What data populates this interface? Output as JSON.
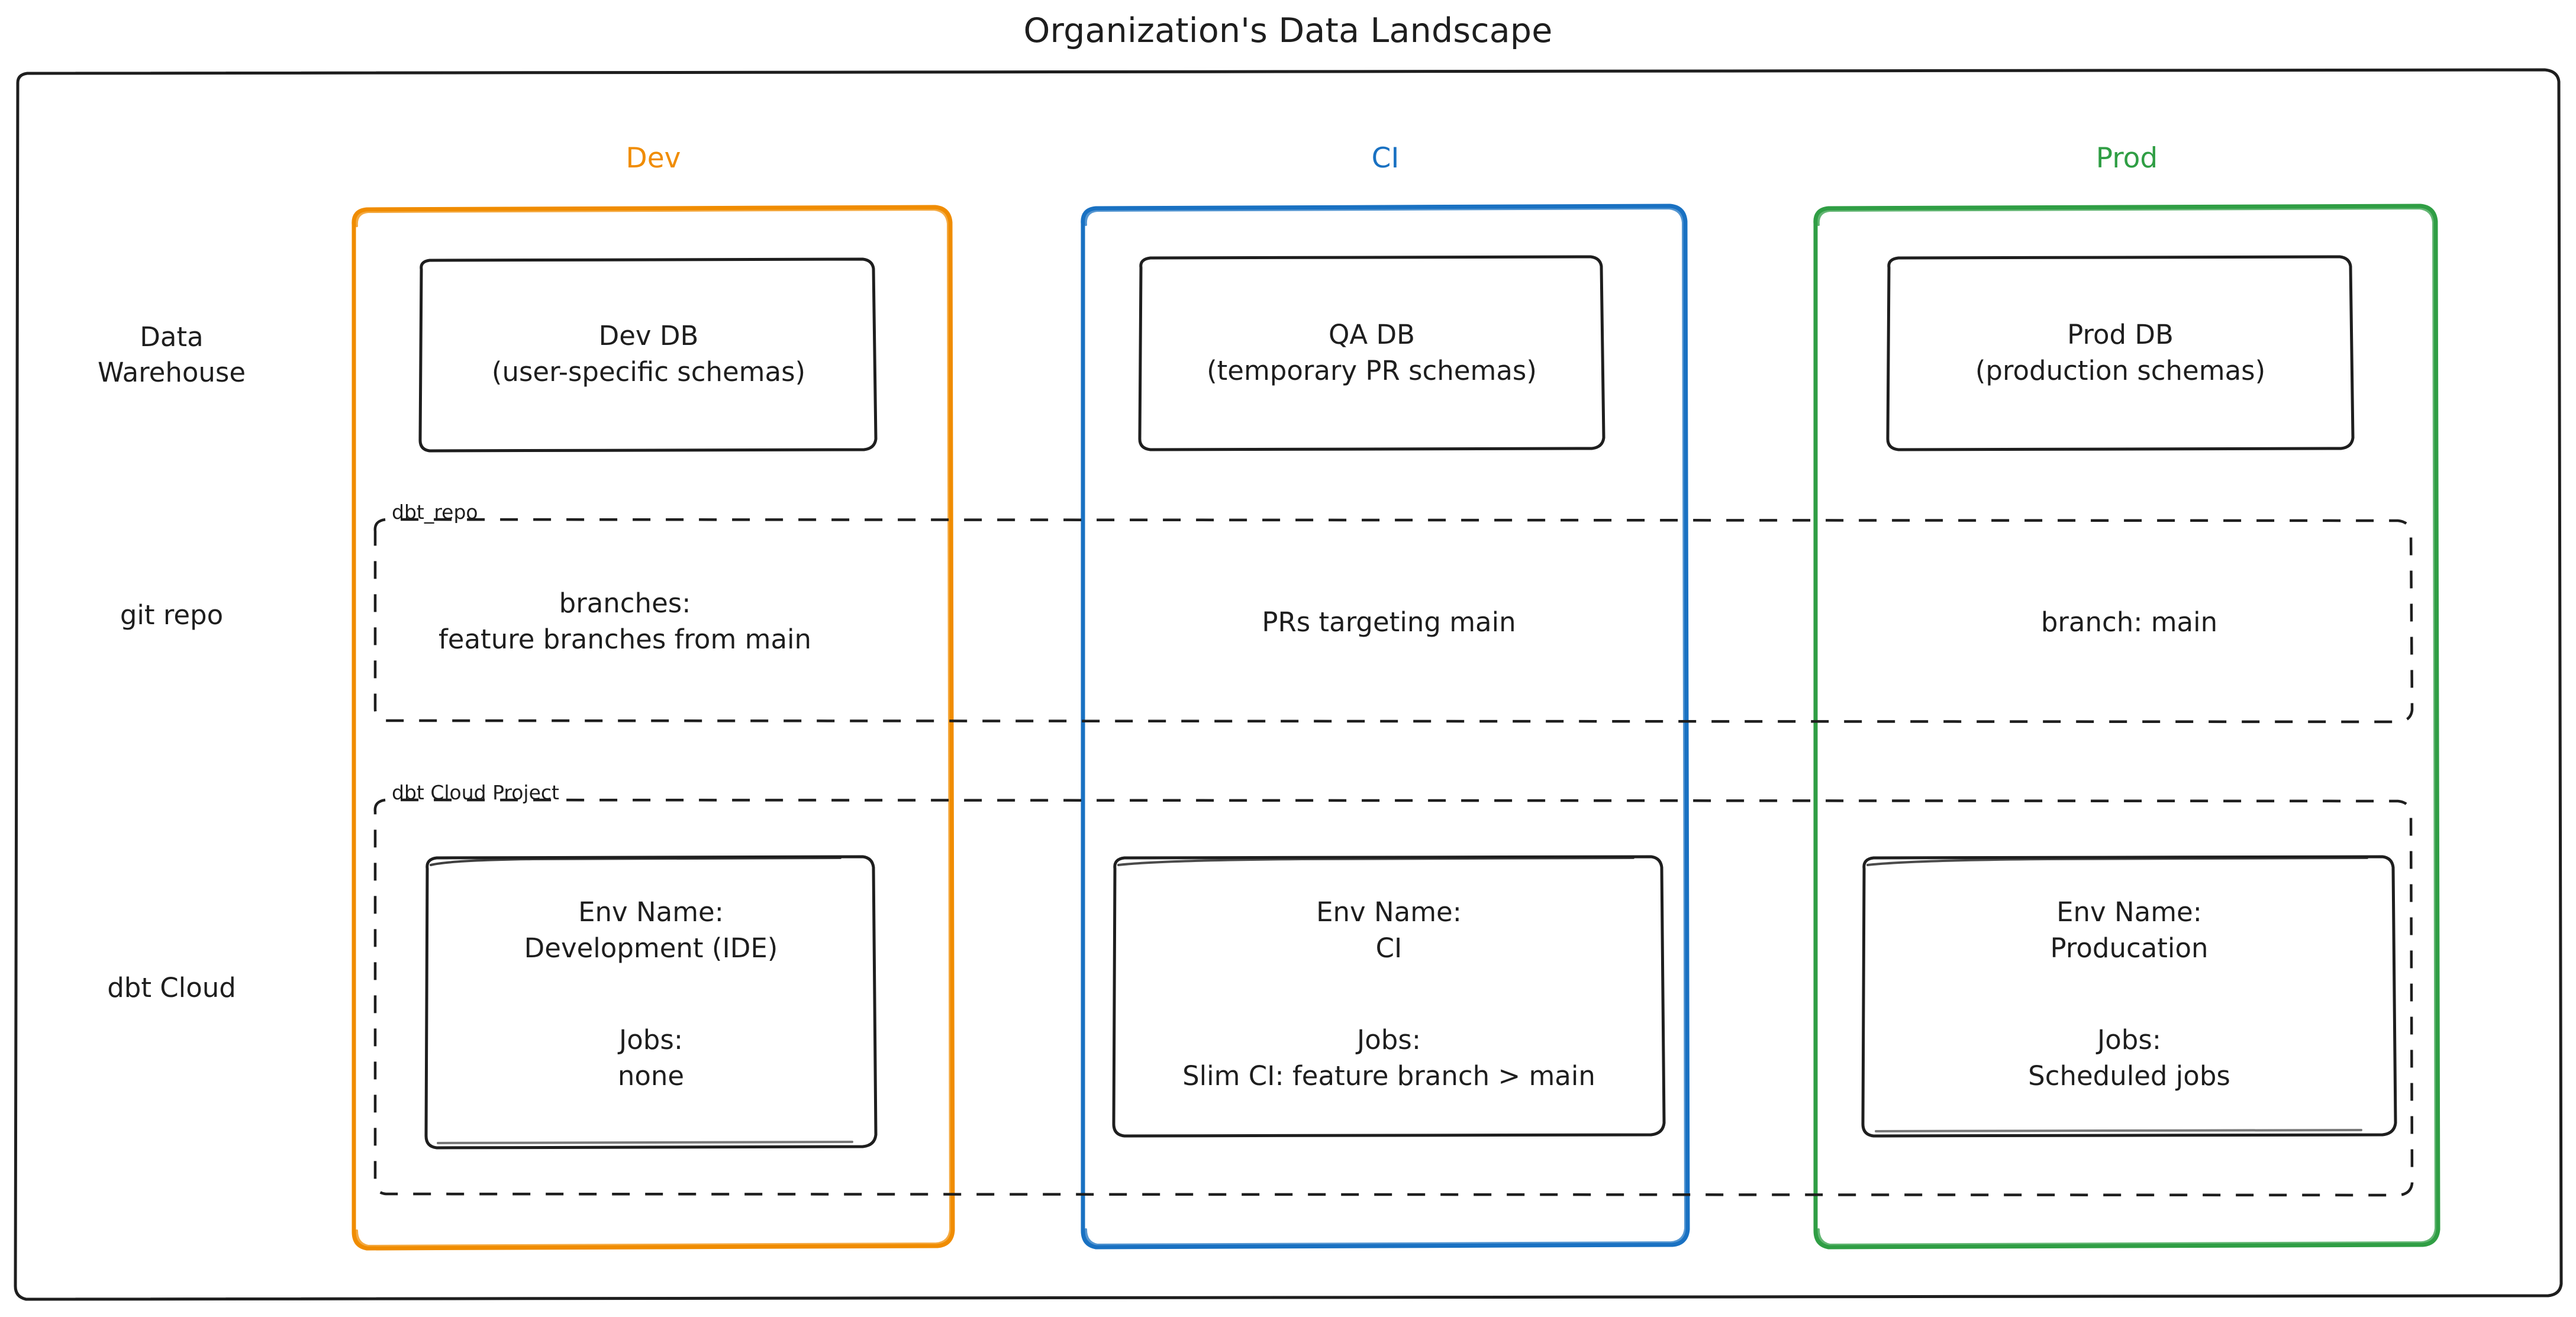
{
  "diagram": {
    "title": "Organization's Data Landscape",
    "type": "layered-environment-matrix",
    "background": "#ffffff",
    "outline_color": "#1e1e1e"
  },
  "colors": {
    "dev": "#f08c00",
    "ci": "#1971c2",
    "prod": "#2f9e44",
    "box_stroke": "#1e1e1e",
    "dashed_stroke": "#1e1e1e",
    "text": "#1e1e1e"
  },
  "columns": [
    {
      "key": "dev",
      "label": "Dev",
      "color": "#f08c00"
    },
    {
      "key": "ci",
      "label": "CI",
      "color": "#1971c2"
    },
    {
      "key": "prod",
      "label": "Prod",
      "color": "#2f9e44"
    }
  ],
  "rows": [
    {
      "key": "data_warehouse",
      "label": "Data\nWarehouse",
      "group_label": ""
    },
    {
      "key": "git_repo",
      "label": "git repo",
      "group_label": "dbt_repo"
    },
    {
      "key": "dbt_cloud",
      "label": "dbt Cloud",
      "group_label": "dbt Cloud Project"
    }
  ],
  "cells": {
    "data_warehouse": {
      "dev": "Dev DB\n(user-specific schemas)",
      "ci": "QA DB\n(temporary PR schemas)",
      "prod": "Prod DB\n(production schemas)"
    },
    "git_repo": {
      "dev": "branches:\nfeature branches from main",
      "ci": "PRs targeting main",
      "prod": "branch: main"
    },
    "dbt_cloud": {
      "dev": "Env Name:\nDevelopment (IDE)",
      "ci": "Env Name:\nCI",
      "prod": "Env Name:\nProducation"
    },
    "dbt_cloud_jobs": {
      "dev": "Jobs:\nnone",
      "ci": "Jobs:\nSlim CI: feature branch > main",
      "prod": "Jobs:\nScheduled jobs"
    }
  },
  "group_labels": {
    "git_repo": "dbt_repo",
    "dbt_cloud": "dbt Cloud Project"
  }
}
